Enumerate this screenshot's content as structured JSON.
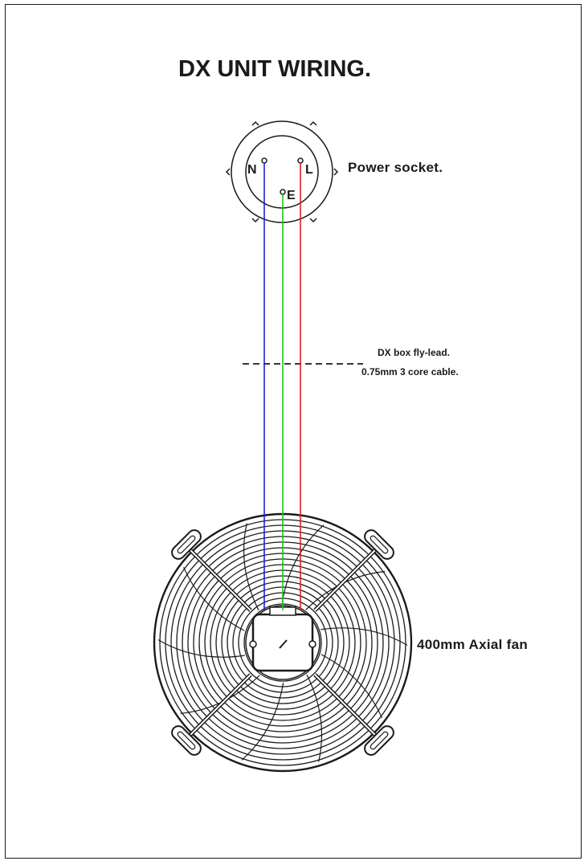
{
  "title": "DX UNIT WIRING.",
  "socket": {
    "label": "Power socket.",
    "terminals": {
      "neutral": "N",
      "live": "L",
      "earth": "E"
    }
  },
  "cable": {
    "line1": "DX box fly-lead.",
    "line2": "0.75mm 3 core cable."
  },
  "fan": {
    "label": "400mm Axial fan"
  },
  "colors": {
    "neutral_wire": "#1f1fd6",
    "earth_wire": "#22c022",
    "live_wire": "#e02020",
    "drawing": "#1a1a1a"
  }
}
